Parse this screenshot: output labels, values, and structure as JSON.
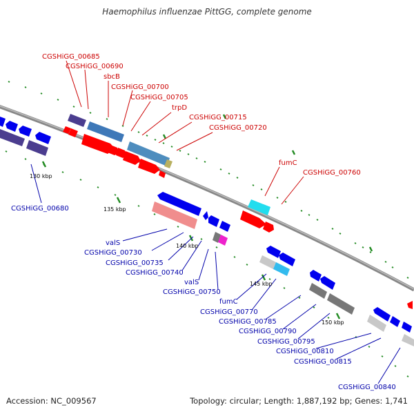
{
  "title": "Haemophilus influenzae PittGG, complete genome",
  "accession": "Accession: NC_009567",
  "summary": "Topology: circular; Length: 1,887,192 bp; Genes: 1,741",
  "scale_labels": [
    "130 kbp",
    "135 kbp",
    "140 kbp",
    "145 kbp",
    "150 kbp"
  ],
  "red_labels": [
    "CGSHiGG_00685",
    "CGSHiGG_00690",
    "sbcB",
    "CGSHiGG_00700",
    "CGSHiGG_00705",
    "trpD",
    "CGSHiGG_00715",
    "CGSHiGG_00720",
    "fumC",
    "CGSHiGG_00760"
  ],
  "blue_labels": [
    "CGSHiGG_00680",
    "valS",
    "CGSHiGG_00730",
    "CGSHiGG_00735",
    "CGSHiGG_00740",
    "valS",
    "CGSHiGG_00750",
    "fumC",
    "CGSHiGG_00770",
    "CGSHiGG_00785",
    "CGSHiGG_00790",
    "CGSHiGG_00795",
    "CGSHiGG_00810",
    "CGSHiGG_00815",
    "CGSHiGG_00840"
  ],
  "colors": {
    "forward_label": "#cc0000",
    "reverse_label": "#0000aa",
    "forward_cds": "#ff0000",
    "reverse_cds": "#0000ee",
    "backbone": "#888888",
    "tick": "#228b22"
  }
}
